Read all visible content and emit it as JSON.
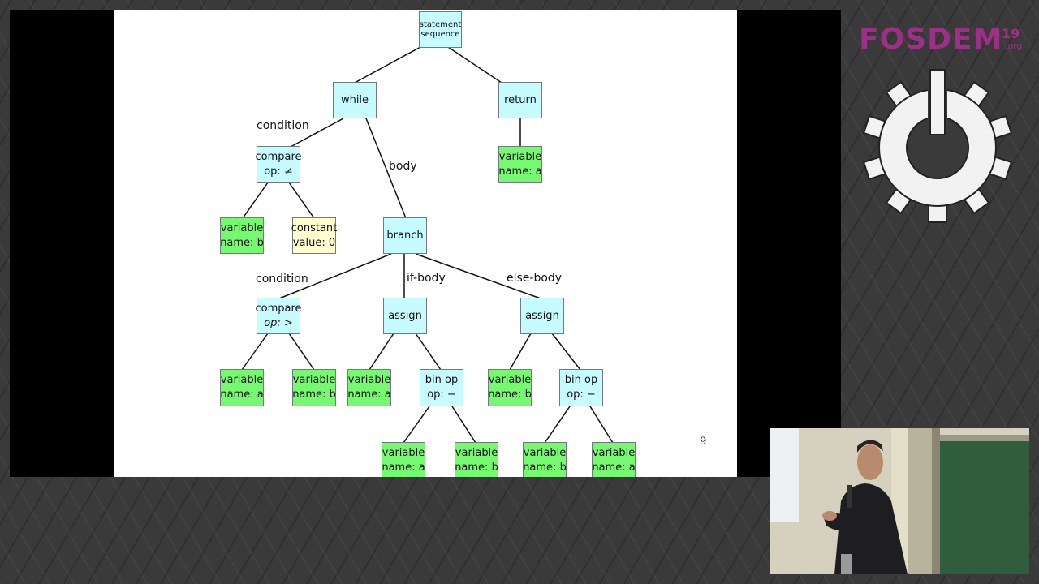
{
  "slide": {
    "page_number": "9",
    "nodes": {
      "statement_sequence": {
        "line1": "statement",
        "line2": "sequence"
      },
      "while": {
        "label": "while"
      },
      "return": {
        "label": "return"
      },
      "compare_ne": {
        "line1": "compare",
        "line2": "op: ≠"
      },
      "var_a_return": {
        "line1": "variable",
        "line2": "name: a"
      },
      "var_b_1": {
        "line1": "variable",
        "line2": "name: b"
      },
      "constant_0": {
        "line1": "constant",
        "line2": "value: 0"
      },
      "branch": {
        "label": "branch"
      },
      "compare_gt": {
        "line1": "compare",
        "line2_key": "op:",
        "line2_rest": " >"
      },
      "assign_1": {
        "label": "assign"
      },
      "assign_2": {
        "label": "assign"
      },
      "var_a_cmp": {
        "line1": "variable",
        "line2": "name: a"
      },
      "var_b_cmp": {
        "line1": "variable",
        "line2": "name: b"
      },
      "var_a_assign1": {
        "line1": "variable",
        "line2": "name: a"
      },
      "binop_1": {
        "line1": "bin op",
        "line2": "op: −"
      },
      "var_b_assign2": {
        "line1": "variable",
        "line2": "name: b"
      },
      "binop_2": {
        "line1": "bin op",
        "line2": "op: −"
      },
      "var_a_binop1": {
        "line1": "variable",
        "line2": "name: a"
      },
      "var_b_binop1": {
        "line1": "variable",
        "line2": "name: b"
      },
      "var_b_binop2": {
        "line1": "variable",
        "line2": "name: b"
      },
      "var_a_binop2": {
        "line1": "variable",
        "line2": "name: a"
      }
    },
    "edge_labels": {
      "condition_1": "condition",
      "body": "body",
      "condition_2": "condition",
      "if_body": "if-body",
      "else_body": "else-body"
    },
    "colors": {
      "statement_node": "#c6fcff",
      "variable_node": "#77f871",
      "constant_node": "#fdfdd0"
    }
  },
  "branding": {
    "logo_text": "FOSDEM",
    "year": "19",
    "tld": ".org",
    "color": "#9c2f86",
    "icon": "gear-power-icon"
  }
}
